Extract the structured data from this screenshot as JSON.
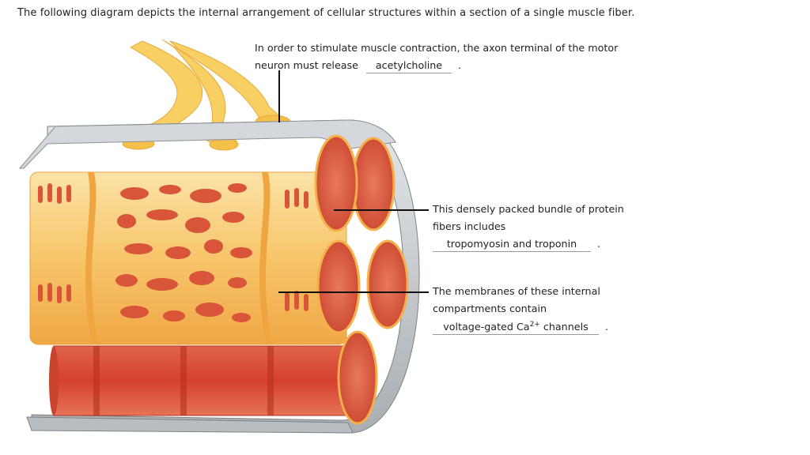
{
  "intro": "The following diagram depicts the internal arrangement of cellular structures within a section of a single muscle fiber.",
  "questions": [
    {
      "line1": "In order to stimulate muscle contraction, the axon terminal of the motor",
      "line2": "neuron must release",
      "answer": "acetylcholine",
      "period": "."
    },
    {
      "line1": "This densely packed bundle of protein",
      "line2": "fibers includes",
      "answer": "tropomyosin and troponin",
      "period": "."
    },
    {
      "line1": "The membranes of these internal",
      "line2": "compartments contain",
      "answer_pre": "voltage-gated Ca",
      "answer_sup": "2+",
      "answer_post": " channels",
      "period": "."
    }
  ],
  "colors": {
    "sarcolemma": "#c9cdd1",
    "sr": "#f7c35c",
    "myofibril": "#d9532f",
    "nerve": "#f4c34d"
  }
}
